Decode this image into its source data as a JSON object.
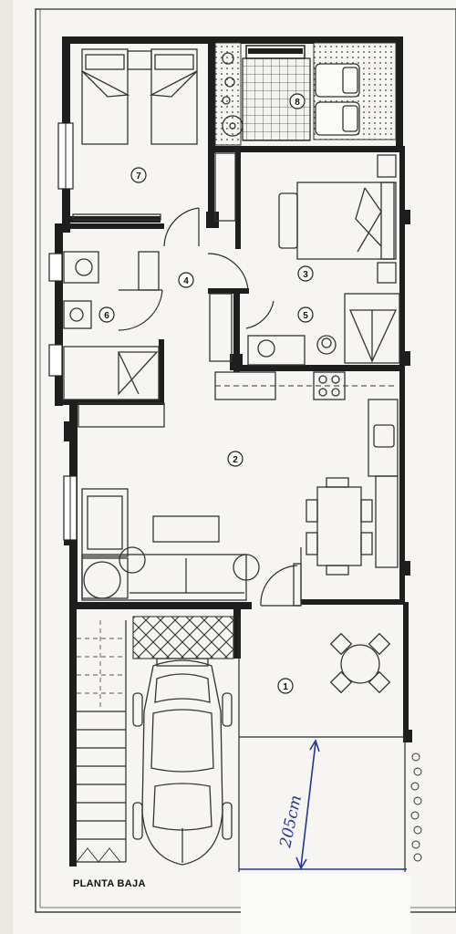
{
  "plan": {
    "caption": "PLANTA BAJA",
    "dimension_note": "205cm",
    "rooms": [
      {
        "id": "room-1",
        "number": "1"
      },
      {
        "id": "room-2",
        "number": "2"
      },
      {
        "id": "room-3",
        "number": "3"
      },
      {
        "id": "room-4",
        "number": "4"
      },
      {
        "id": "room-5",
        "number": "5"
      },
      {
        "id": "room-6",
        "number": "6"
      },
      {
        "id": "room-7",
        "number": "7"
      },
      {
        "id": "room-8",
        "number": "8"
      }
    ],
    "colors": {
      "paper": "#f6f5f1",
      "ink": "#1e1e1e",
      "pen": "#24339a"
    }
  }
}
